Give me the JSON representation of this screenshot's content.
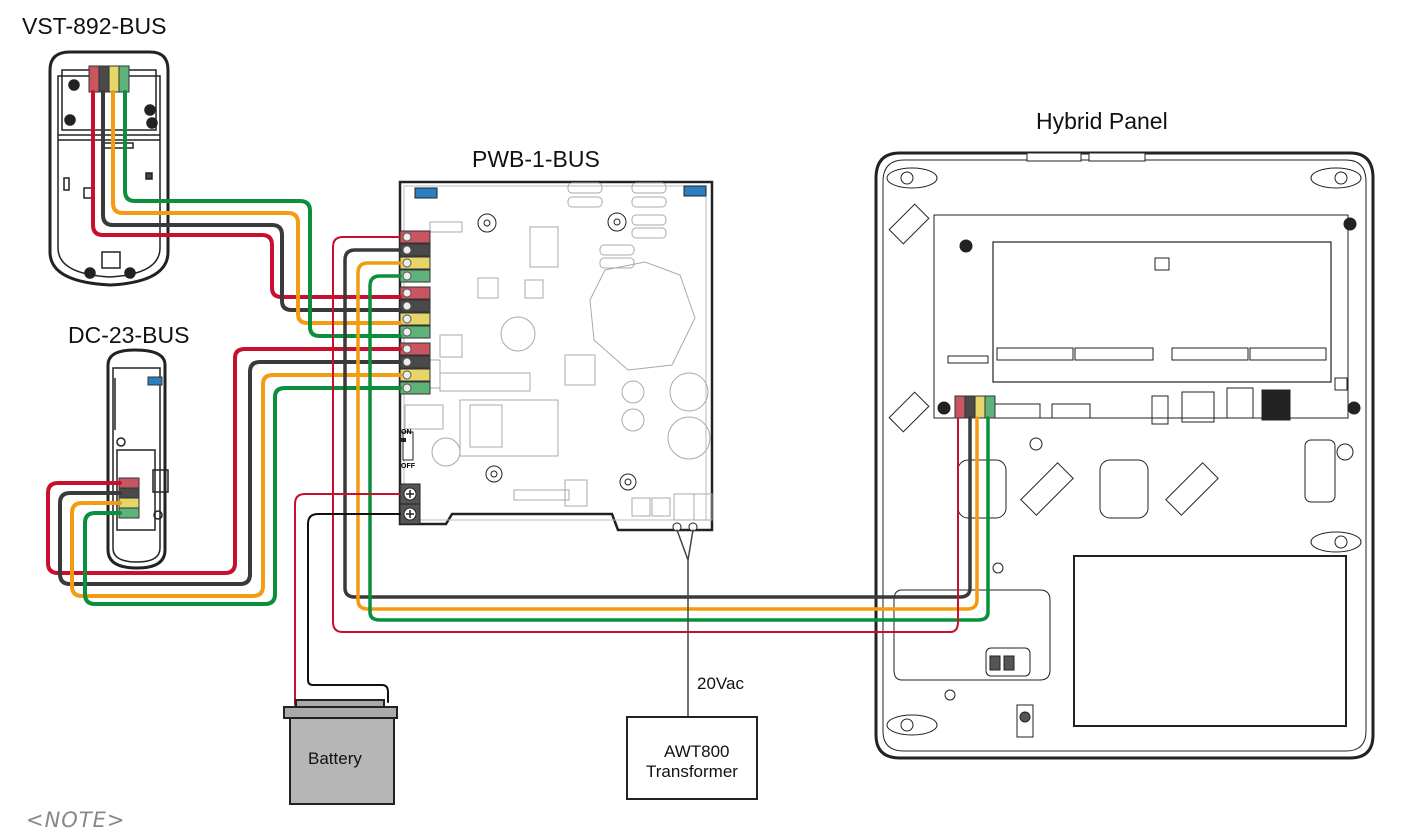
{
  "diagram": {
    "devices": {
      "vst": {
        "label": "VST-892-BUS"
      },
      "dc": {
        "label": "DC-23-BUS"
      },
      "pwb": {
        "label": "PWB-1-BUS",
        "switch_on": "ON",
        "switch_off": "OFF"
      },
      "panel": {
        "label": "Hybrid Panel"
      },
      "battery": {
        "label": "Battery"
      },
      "transformer": {
        "label_line1": "AWT800",
        "label_line2": "Transformer",
        "voltage": "20Vac"
      }
    },
    "wire_colors": {
      "red": "#c8102e",
      "black": "#3a3a3a",
      "yellow": "#f39c12",
      "green": "#0a8f3c"
    },
    "terminal_colors": {
      "red": "#c8555f",
      "black": "#4a4a4a",
      "yellow": "#e6d66a",
      "green": "#5fb37a",
      "blue": "#2a7fc0"
    },
    "note": "<NOTE>"
  }
}
